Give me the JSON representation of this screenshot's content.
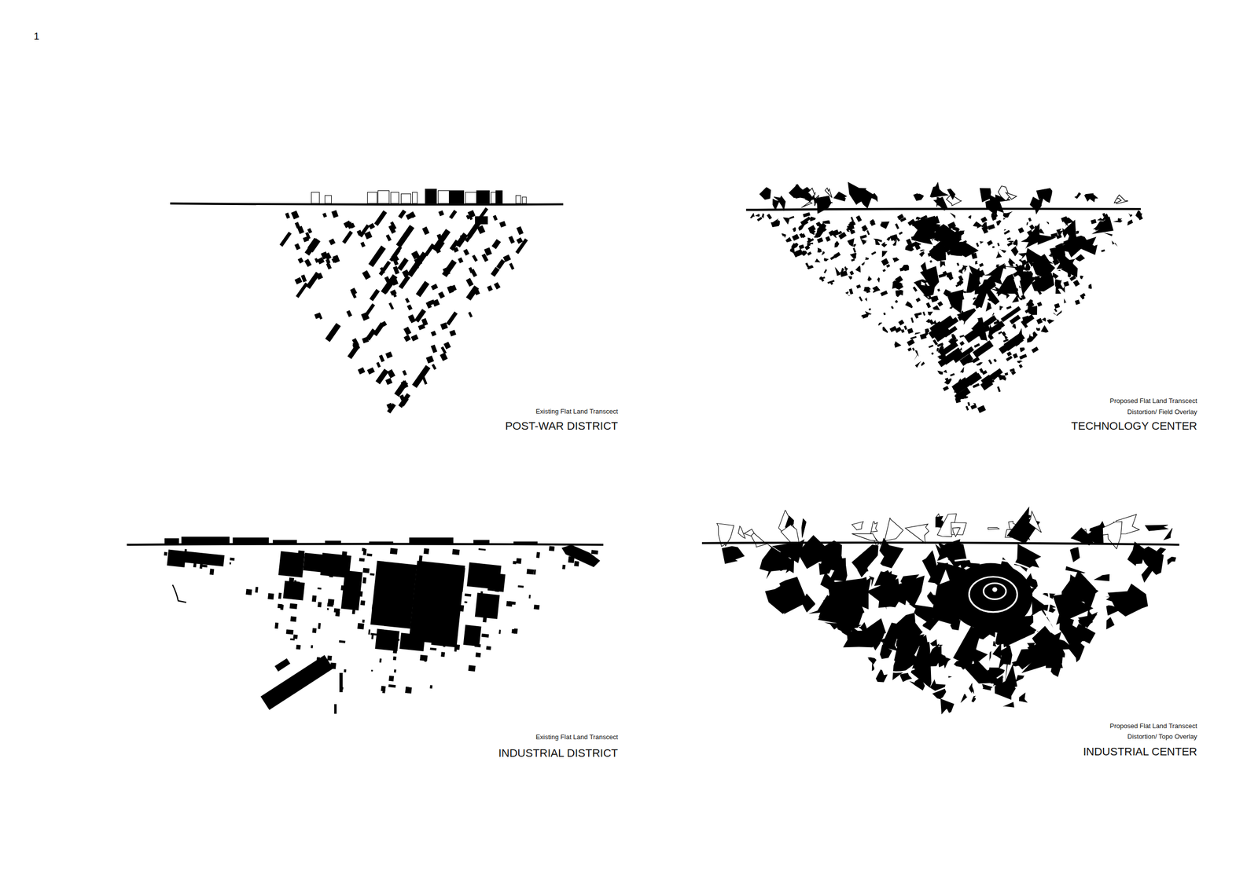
{
  "diagram": {
    "labels": [
      "1",
      "Existing Flat Land Transcect",
      "POST-WAR DISTRICT",
      "Proposed Flat Land Transcect",
      "Distortion/ Field Overlay",
      "TECHNOLOGY CENTER",
      "Existing Flat Land Transcect",
      "INDUSTRIAL DISTRICT",
      "Proposed Flat Land Transcect",
      "Distortion/ Topo Overlay",
      "INDUSTRIAL CENTER"
    ]
  }
}
